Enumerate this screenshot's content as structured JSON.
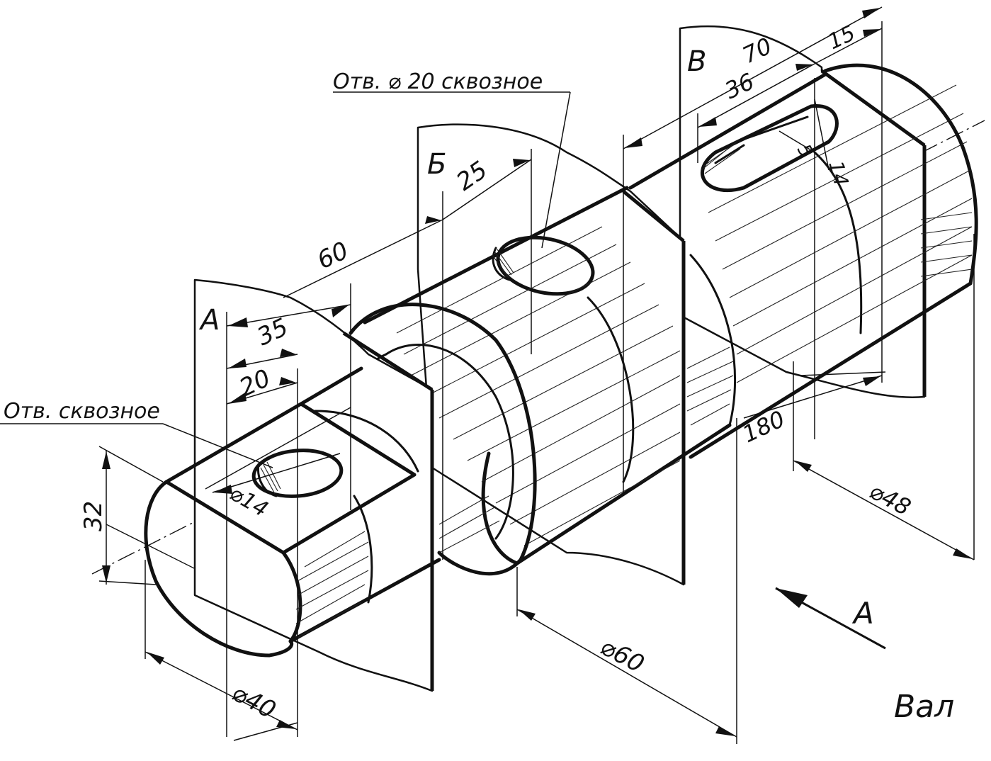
{
  "title": "Вал",
  "notes": {
    "hole_left": "Отв. сквозное",
    "hole_middle": "Отв. ⌀ 20 сквозное"
  },
  "planes": {
    "a": "А",
    "b": "Б",
    "c": "В"
  },
  "view_label": "А",
  "dimensions": {
    "d60": "60",
    "d35": "35",
    "d20": "20",
    "d25": "25",
    "d70": "70",
    "d36": "36",
    "d15": "15",
    "d5": "5",
    "d14_slot": "14",
    "d180": "180",
    "d32": "32",
    "d14_hole": "⌀14",
    "dia40": "⌀40",
    "dia60": "⌀60",
    "dia48": "⌀48"
  }
}
